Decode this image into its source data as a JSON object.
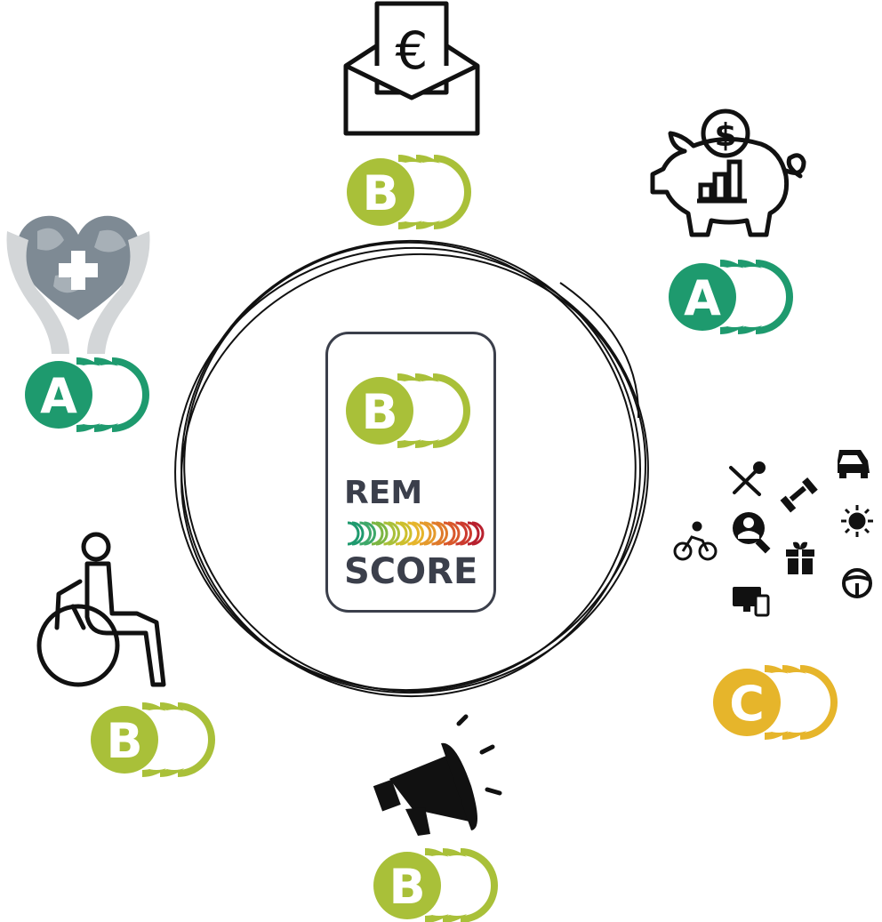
{
  "colors": {
    "grade_a": "#1e9a6e",
    "grade_b": "#a9c039",
    "grade_c": "#e6b52b",
    "card_border": "#3b3f4b",
    "scale": [
      "#1e9a6e",
      "#3ea86a",
      "#7cb642",
      "#a9c039",
      "#cdbf2c",
      "#e6b52b",
      "#e59a2c",
      "#df7a2a",
      "#d9582b",
      "#cc3a2e",
      "#b8202e"
    ]
  },
  "center": {
    "grade": "B",
    "title_top": "REM",
    "title_bottom": "SCORE"
  },
  "categories": [
    {
      "id": "salary",
      "icon": "envelope-euro-icon",
      "symbol": "€",
      "grade": "B"
    },
    {
      "id": "savings",
      "icon": "piggy-bank-icon",
      "symbol": "$",
      "grade": "A"
    },
    {
      "id": "health",
      "icon": "heart-globe-hands-icon",
      "grade": "A"
    },
    {
      "id": "disability",
      "icon": "wheelchair-icon",
      "grade": "B"
    },
    {
      "id": "communication",
      "icon": "megaphone-icon",
      "grade": "B"
    },
    {
      "id": "benefits",
      "icon": "benefits-cluster-icon",
      "grade": "C"
    }
  ]
}
